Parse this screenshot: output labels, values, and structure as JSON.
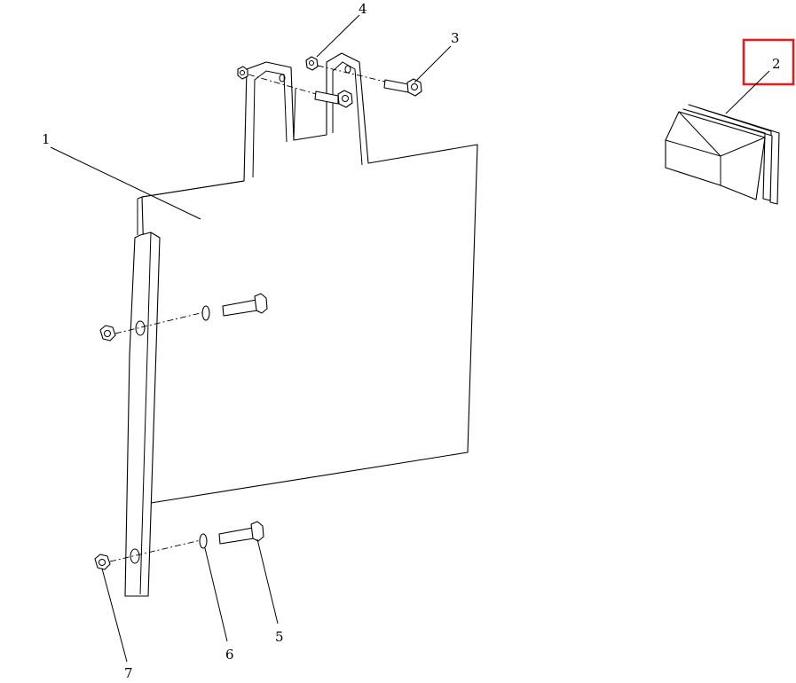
{
  "diagram": {
    "callouts": [
      {
        "id": "1",
        "label": "1"
      },
      {
        "id": "2",
        "label": "2"
      },
      {
        "id": "3",
        "label": "3"
      },
      {
        "id": "4",
        "label": "4"
      },
      {
        "id": "5",
        "label": "5"
      },
      {
        "id": "6",
        "label": "6"
      },
      {
        "id": "7",
        "label": "7"
      }
    ],
    "highlight": {
      "callout": "2",
      "color": "#e02020"
    }
  }
}
